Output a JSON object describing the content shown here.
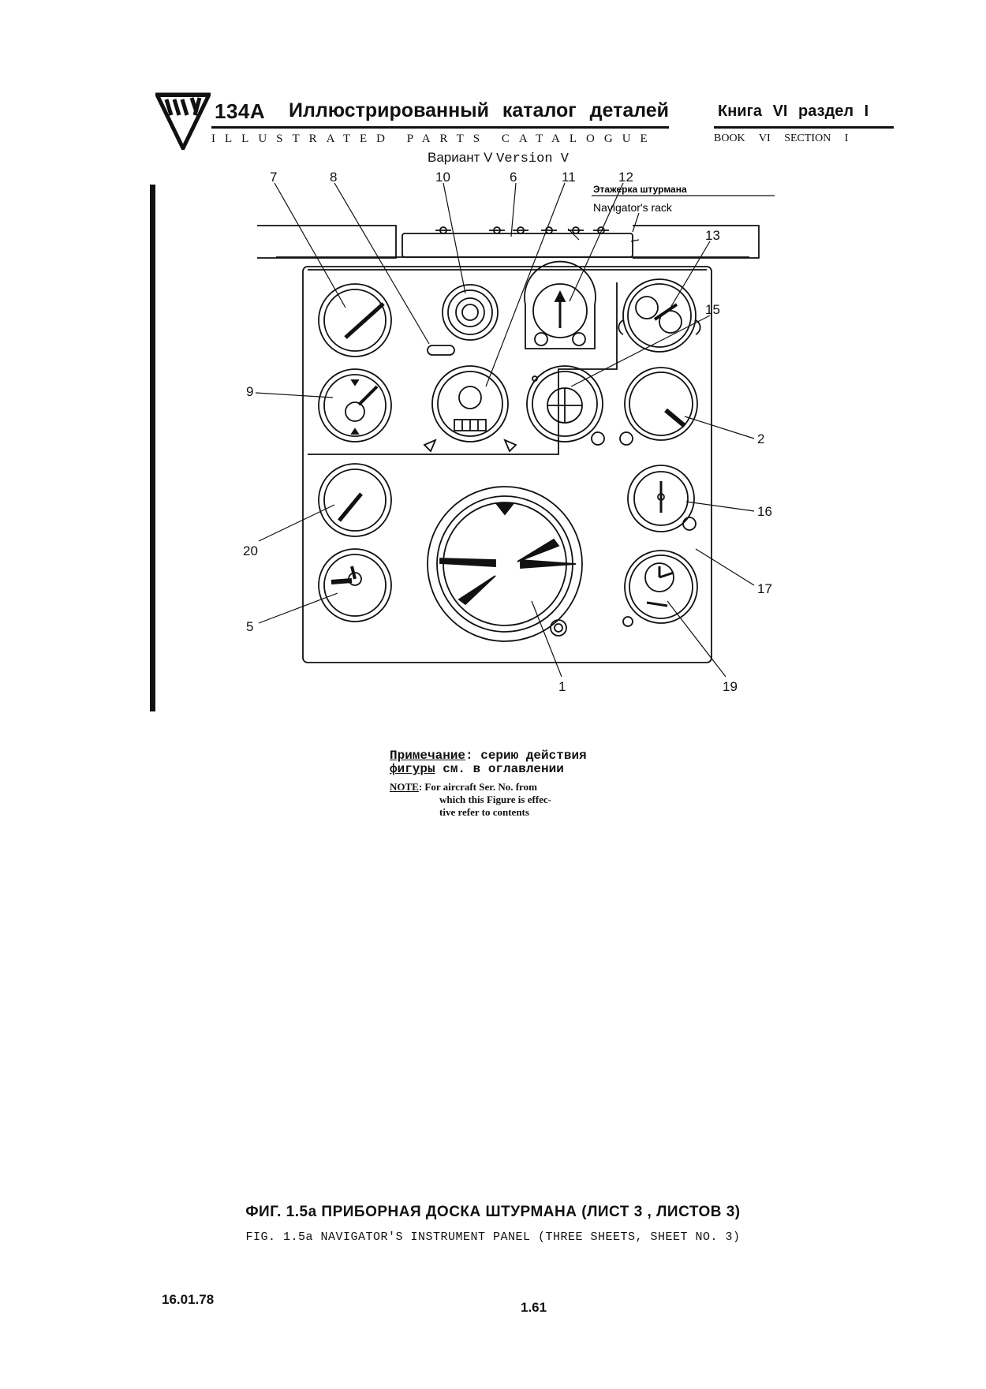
{
  "header": {
    "model": "134A",
    "title_ru": "Иллюстрированный каталог деталей",
    "title_en": "ILLUSTRATED PARTS CATALOGUE",
    "variant_ru": "Вариант V",
    "variant_en": "Version V",
    "book_ru": "Книга VI раздел I",
    "book_en": "BOOK VI SECTION I"
  },
  "diagram": {
    "rack_ru": "Этажерка штурмана",
    "rack_en": "Navigator's rack",
    "callouts": [
      "7",
      "8",
      "10",
      "6",
      "11",
      "12",
      "13",
      "15",
      "9",
      "2",
      "16",
      "20",
      "17",
      "5",
      "1",
      "19"
    ]
  },
  "note": {
    "ru_label": "Примечание",
    "ru_line1": ": серию действия",
    "ru_line2_u": "фигуры",
    "ru_line2": " см. в оглавлении",
    "en_label": "NOTE",
    "en_line1": ": For aircraft Ser. No. from",
    "en_line2": "which this Figure is effec-",
    "en_line3": "tive refer to contents"
  },
  "caption": {
    "ru": "ФИГ. 1.5а ПРИБОРНАЯ ДОСКА ШТУРМАНА (ЛИСТ 3 , ЛИСТОВ 3)",
    "en": "FIG. 1.5a NAVIGATOR'S INSTRUMENT PANEL (THREE SHEETS, SHEET NO. 3)"
  },
  "footer": {
    "date": "16.01.78",
    "page": "1.61"
  }
}
